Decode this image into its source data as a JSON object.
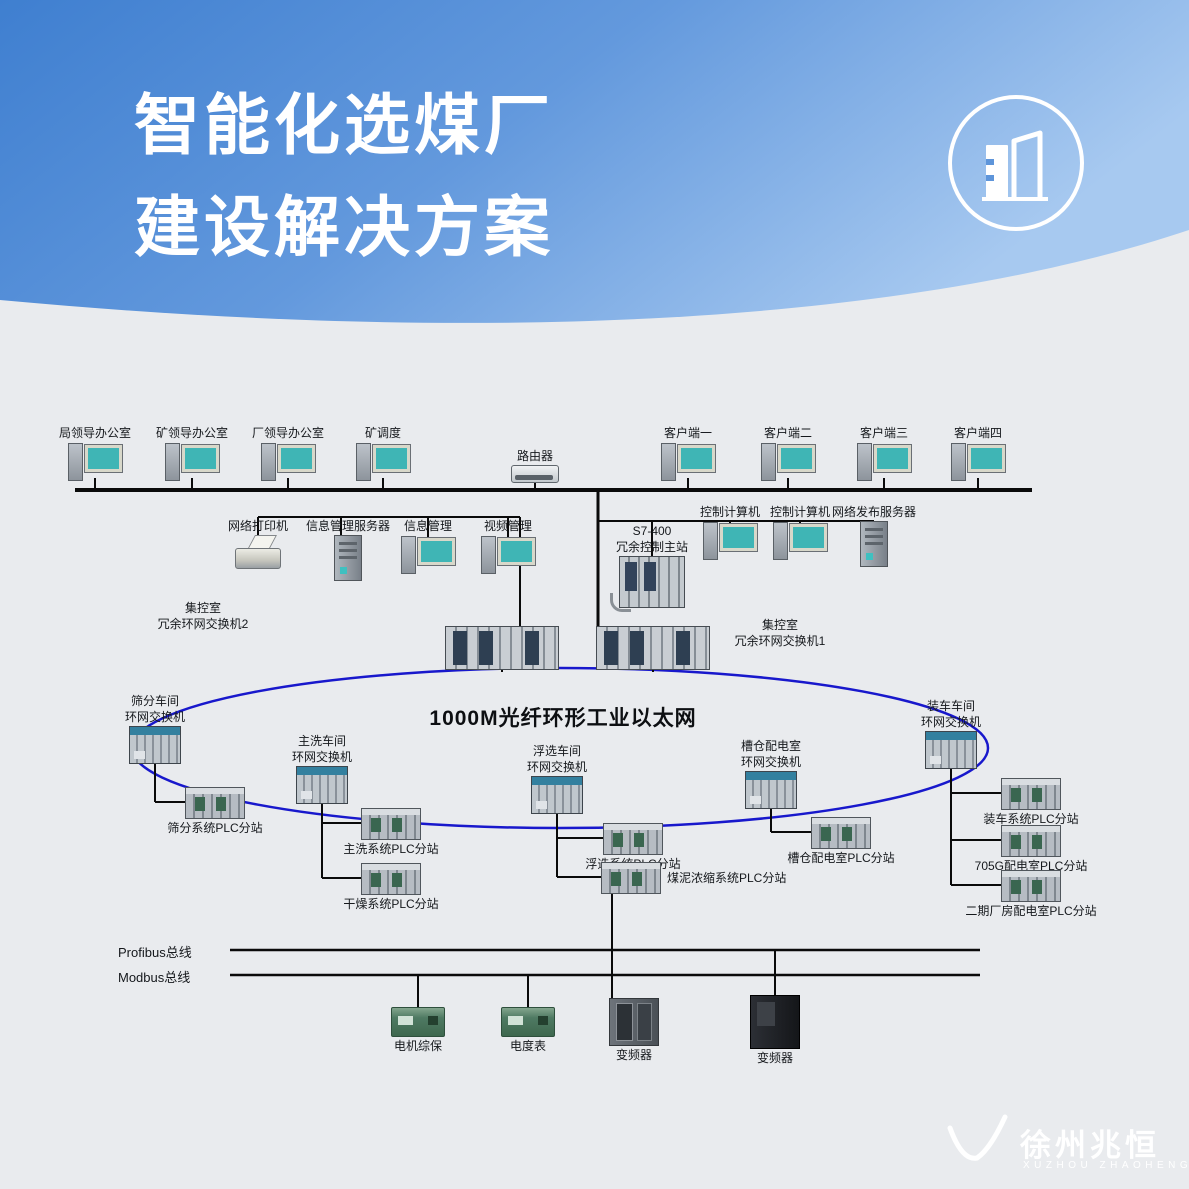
{
  "header": {
    "title_line1": "智能化选煤厂",
    "title_line2": "建设解决方案"
  },
  "nodes": {
    "office1": "局领导办公室",
    "office2": "矿领导办公室",
    "office3": "厂领导办公室",
    "dispatch": "矿调度",
    "router": "路由器",
    "client1": "客户端一",
    "client2": "客户端二",
    "client3": "客户端三",
    "client4": "客户端四",
    "printer": "网络打印机",
    "info_server": "信息管理服务器",
    "info_mgmt": "信息管理",
    "video_mgmt": "视频管理",
    "s7_line1": "S7-400",
    "s7_line2": "冗余控制主站",
    "control_pc1": "控制计算机",
    "control_pc2": "控制计算机",
    "web_server": "网络发布服务器",
    "core_sw2_line1": "集控室",
    "core_sw2_line2": "冗余环网交换机2",
    "core_sw1_line1": "集控室",
    "core_sw1_line2": "冗余环网交换机1",
    "ring": "1000M光纤环形工业以太网",
    "sw_screen_line1": "筛分车间",
    "sw_screen_line2": "环网交换机",
    "sw_wash_line1": "主洗车间",
    "sw_wash_line2": "环网交换机",
    "sw_flot_line1": "浮选车间",
    "sw_flot_line2": "环网交换机",
    "sw_bunker_line1": "槽仓配电室",
    "sw_bunker_line2": "环网交换机",
    "sw_load_line1": "装车车间",
    "sw_load_line2": "环网交换机",
    "plc_screen": "筛分系统PLC分站",
    "plc_wash": "主洗系统PLC分站",
    "plc_dry": "干燥系统PLC分站",
    "plc_flot": "浮选系统PLC分站",
    "plc_slime": "煤泥浓缩系统PLC分站",
    "plc_bunker": "槽仓配电室PLC分站",
    "plc_load": "装车系统PLC分站",
    "plc_705g": "705G配电室PLC分站",
    "plc_phase2": "二期厂房配电室PLC分站",
    "profibus": "Profibus总线",
    "modbus": "Modbus总线",
    "motor_prot": "电机综保",
    "meter": "电度表",
    "vfd1": "变频器",
    "vfd2": "变频器"
  },
  "footer": {
    "brand_cn": "徐州兆恒",
    "brand_en": "XUZHOU ZHAOHENG"
  },
  "colors": {
    "header_gradient_start": "#3f7fd0",
    "header_gradient_mid": "#6399dd",
    "header_gradient_end": "#a7c9f0",
    "ring_stroke": "#1818cc",
    "wire": "#0a0a0a",
    "background": "#e9ebee"
  }
}
